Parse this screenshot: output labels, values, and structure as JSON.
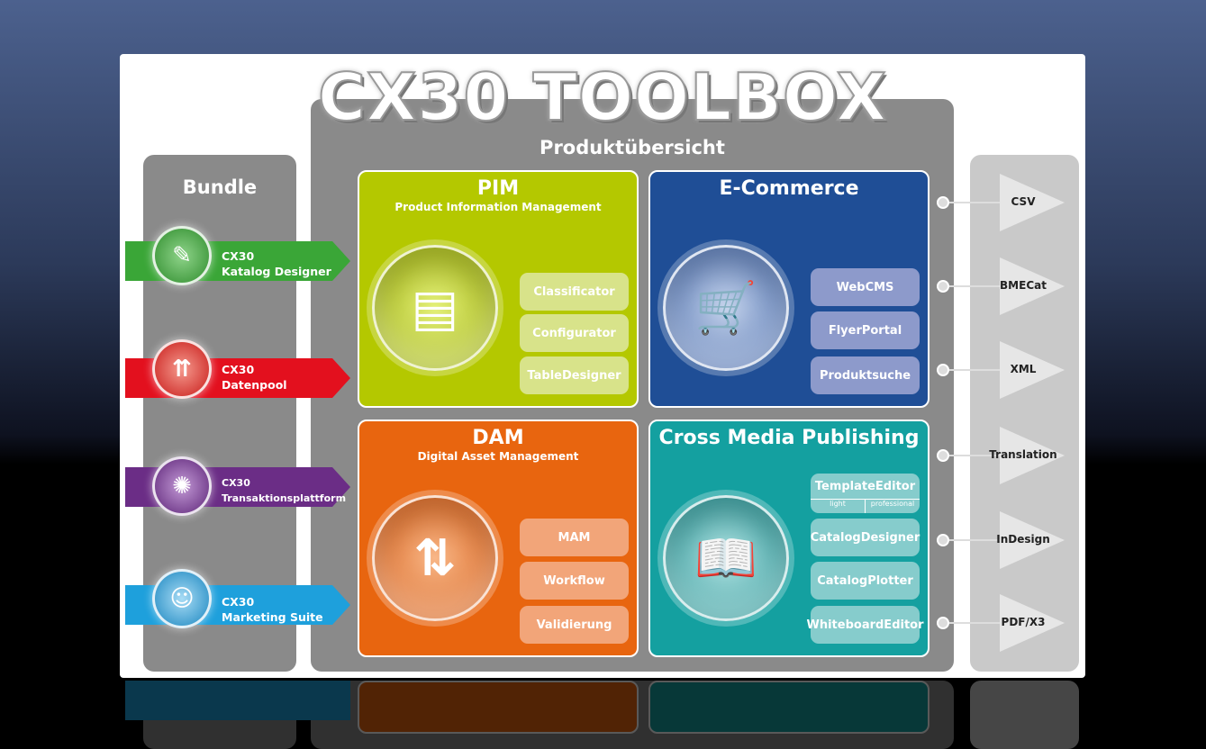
{
  "title": "CX30 TOOLBOX",
  "center_heading": "Produktübersicht",
  "bundle": {
    "heading": "Bundle",
    "items": [
      {
        "line1": "CX30",
        "line2": "Katalog Designer",
        "color": "#3aa637"
      },
      {
        "line1": "CX30",
        "line2": "Datenpool",
        "color": "#e3101e"
      },
      {
        "line1": "CX30",
        "line2": "Transaktionsplattform",
        "color": "#6b2d86"
      },
      {
        "line1": "CX30",
        "line2": "Marketing Suite",
        "color": "#1ea0dc"
      }
    ]
  },
  "modules": {
    "pim": {
      "title": "PIM",
      "subtitle": "Product Information Management",
      "color": "#b4c800",
      "items": [
        "Classificator",
        "Configurator",
        "TableDesigner"
      ]
    },
    "ecommerce": {
      "title": "E-Commerce",
      "color": "#1f4e96",
      "items": [
        "WebCMS",
        "FlyerPortal",
        "Produktsuche"
      ]
    },
    "dam": {
      "title": "DAM",
      "subtitle": "Digital Asset Management",
      "color": "#e8650f",
      "items": [
        "MAM",
        "Workflow",
        "Validierung"
      ]
    },
    "cmp": {
      "title": "Cross Media Publishing",
      "color": "#14a0a0",
      "template": {
        "label": "TemplateEditor",
        "light": "light",
        "professional": "professional"
      },
      "items": [
        "CatalogDesigner",
        "CatalogPlotter",
        "WhiteboardEditor"
      ]
    }
  },
  "outputs": [
    "CSV",
    "BMECat",
    "XML",
    "Translation",
    "InDesign",
    "PDF/X3"
  ]
}
